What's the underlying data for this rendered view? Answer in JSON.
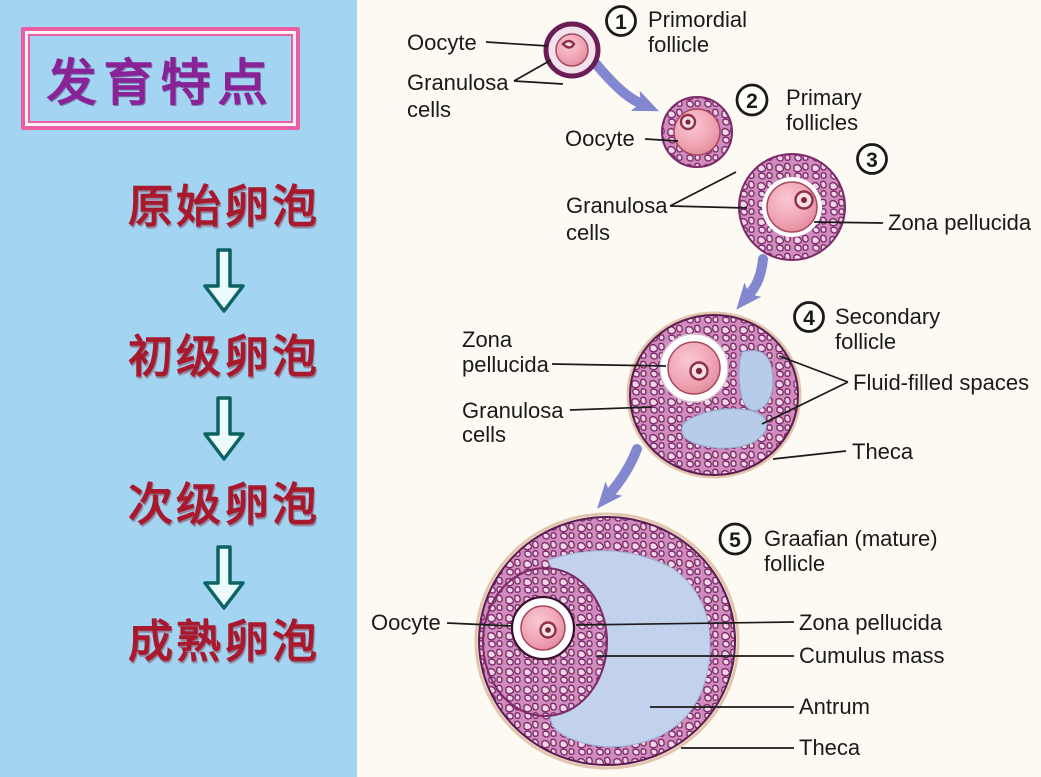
{
  "left_panel": {
    "title": "发育特点",
    "items": [
      {
        "label": "原始卵泡"
      },
      {
        "label": "初级卵泡"
      },
      {
        "label": "次级卵泡"
      },
      {
        "label": "成熟卵泡"
      }
    ]
  },
  "diagram": {
    "stage1": {
      "num": "1",
      "name_line1": "Primordial",
      "name_line2": "follicle",
      "label_oocyte": "Oocyte",
      "label_granulosa_line1": "Granulosa",
      "label_granulosa_line2": "cells"
    },
    "stage2": {
      "num": "2",
      "name_line1": "Primary",
      "name_line2": "follicles",
      "label_oocyte": "Oocyte"
    },
    "stage3": {
      "num": "3",
      "label_granulosa_line1": "Granulosa",
      "label_granulosa_line2": "cells",
      "label_zona": "Zona pellucida"
    },
    "stage4": {
      "num": "4",
      "name_line1": "Secondary",
      "name_line2": "follicle",
      "label_zona_line1": "Zona",
      "label_zona_line2": "pellucida",
      "label_granulosa_line1": "Granulosa",
      "label_granulosa_line2": "cells",
      "label_fluid": "Fluid-filled spaces",
      "label_theca": "Theca"
    },
    "stage5": {
      "num": "5",
      "name_line1": "Graafian (mature)",
      "name_line2": "follicle",
      "label_oocyte": "Oocyte",
      "label_zona": "Zona pellucida",
      "label_cumulus": "Cumulus mass",
      "label_antrum": "Antrum",
      "label_theca": "Theca"
    }
  },
  "colors": {
    "left_bg": "#a3d5f3",
    "title_border": "#ec5fa2",
    "title_text": "#8a2297",
    "item_text": "#a9192e",
    "flow_arrow_stroke": "#0d6361",
    "flow_arrow_fill": "#eafcfb",
    "transition_arrow": "#8287cf",
    "label_text": "#1a1a1a",
    "granulosa_purple": "#cf8cbd",
    "follicle_outline": "#5a1c50",
    "oocyte_pink": "#f2a9b7",
    "antrum_blue": "#c3d2ec",
    "right_bg": "#fcfaf3"
  }
}
